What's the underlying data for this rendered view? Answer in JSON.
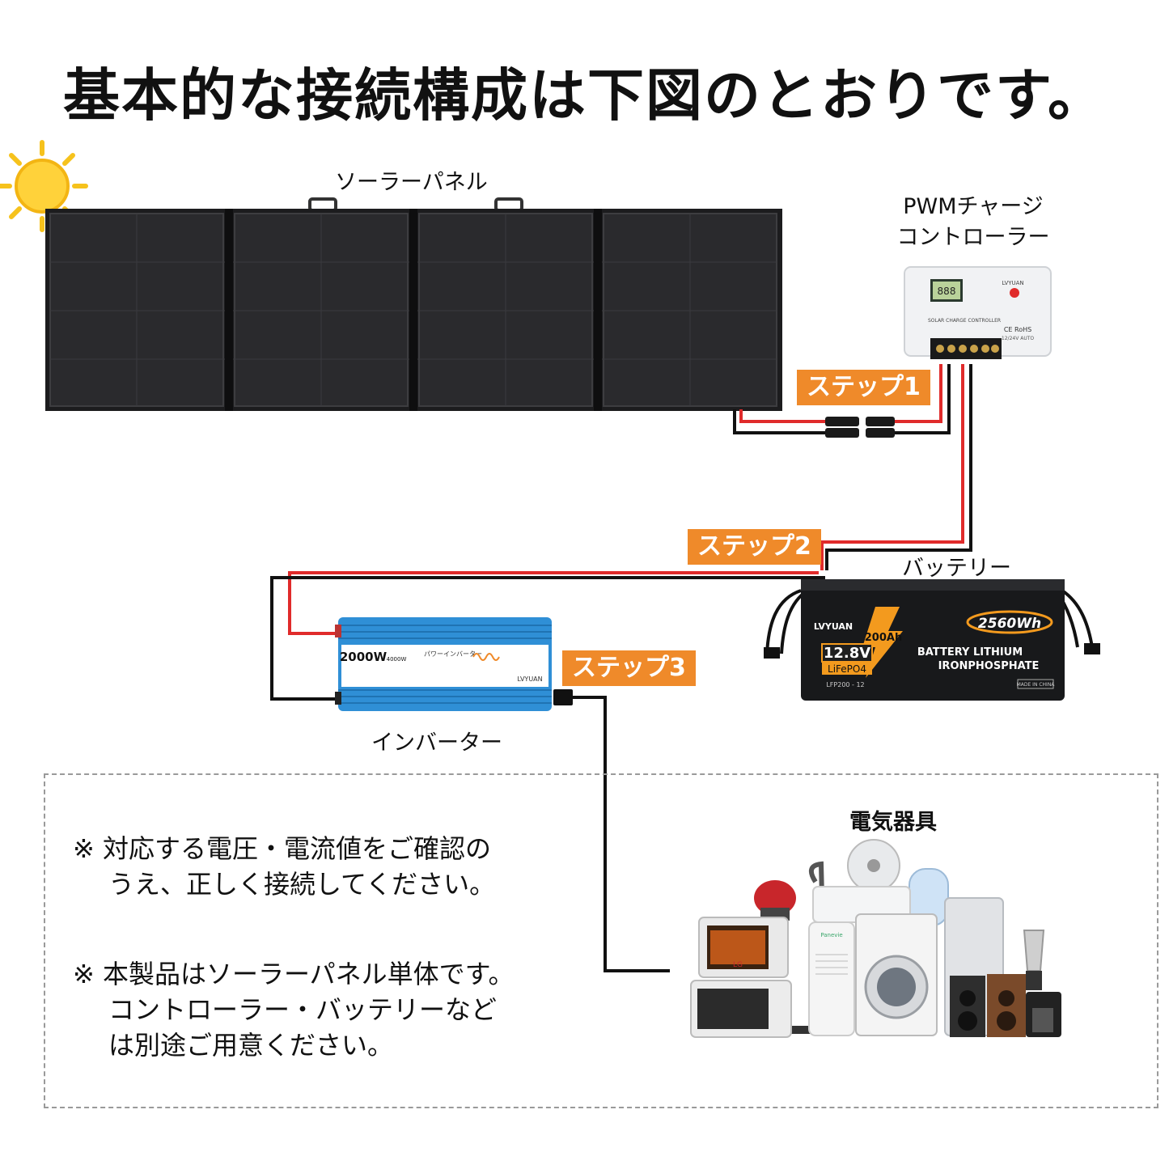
{
  "title": "基本的な接続構成は下図のとおりです。",
  "labels": {
    "solar_panel": "ソーラーパネル",
    "controller_line1": "PWMチャージ",
    "controller_line2": "コントローラー",
    "battery": "バッテリー",
    "inverter": "インバーター",
    "appliances": "電気器具"
  },
  "steps": {
    "step1": "ステップ1",
    "step2": "ステップ2",
    "step3": "ステップ3"
  },
  "controller": {
    "display": "888",
    "brand": "LVYUAN",
    "model_text": "SOLAR CHARGE CONTROLLER",
    "cert": "CE RoHS",
    "voltage": "12/24V AUTO"
  },
  "battery_label": {
    "brand": "LVYUAN",
    "capacity_ah": "200Ah",
    "energy": "2560Wh",
    "voltage": "12.8V",
    "chemistry": "LiFePO4",
    "line1": "BATTERY LITHIUM",
    "line2": "IRONPHOSPHATE",
    "model": "LFP200 - 12",
    "origin": "MADE IN CHINA"
  },
  "inverter_label": {
    "power": "2000W",
    "peak": "4000W",
    "brand": "LVYUAN",
    "desc": "パワーインバーター"
  },
  "appliance_brands": {
    "oven": "LG",
    "fan": "Panevie"
  },
  "notes": {
    "note1_line1": "※ 対応する電圧・電流値をご確認の",
    "note1_line2": "うえ、正しく接続してください。",
    "note2_line1": "※ 本製品はソーラーパネル単体です。",
    "note2_line2": "コントローラー・バッテリーなど",
    "note2_line3": "は別途ご用意ください。"
  },
  "colors": {
    "accent_orange": "#ef8a2a",
    "wire_red": "#e02b2b",
    "wire_black": "#111111",
    "inverter_blue": "#2f8fd6",
    "battery_orange": "#f39a1e"
  }
}
